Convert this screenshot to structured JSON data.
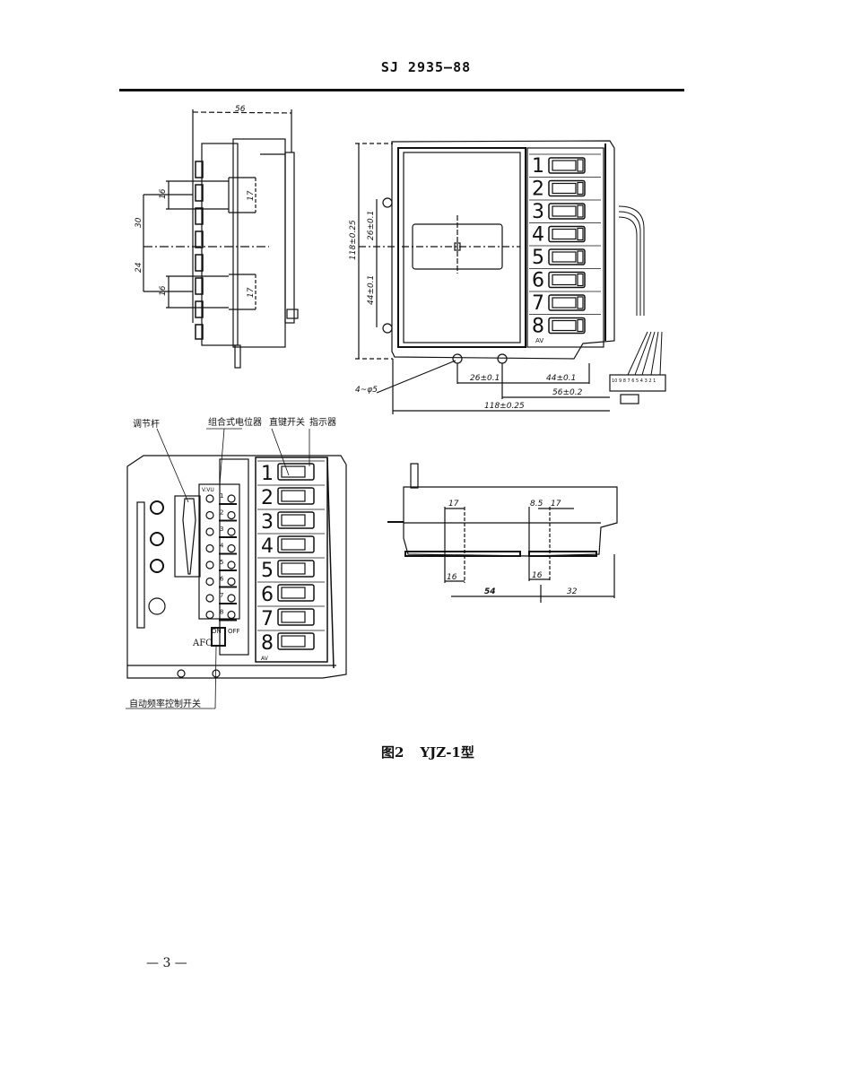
{
  "header": {
    "standard_no": "SJ 2935—88"
  },
  "figure": {
    "number": "图2",
    "title": "YJZ-1型",
    "top_view": {
      "dims": [
        "56",
        "16",
        "17",
        "30",
        "24",
        "16",
        "17"
      ]
    },
    "front_view": {
      "dims": [
        "118±0.25",
        "26±0.1",
        "44±0.1",
        "4~φ5",
        "26±0.1",
        "44±0.1",
        "56±0.2",
        "118±0.25"
      ],
      "key_numbers": [
        "1",
        "2",
        "3",
        "4",
        "5",
        "6",
        "7",
        "8"
      ],
      "av_label": "AV",
      "connector_pins": "10 9 8 7 6 5 4 3 2 1"
    },
    "inner_view": {
      "callouts": [
        "调节杆",
        "组合式电位器",
        "直键开关",
        "指示器",
        "自动频率控制开关"
      ],
      "key_numbers": [
        "1",
        "2",
        "3",
        "4",
        "5",
        "6",
        "7",
        "8"
      ],
      "av_label": "AV",
      "pot_header": "V.VU",
      "pot_numbers": [
        "1",
        "2",
        "3",
        "4",
        "5",
        "6",
        "7",
        "8"
      ],
      "afc_label": "AFC",
      "on_label": "ON",
      "off_label": "OFF"
    },
    "side_view": {
      "dims": [
        "17",
        "8.5",
        "17",
        "16",
        "16",
        "54",
        "32"
      ]
    }
  },
  "page_number": "— 3 —"
}
